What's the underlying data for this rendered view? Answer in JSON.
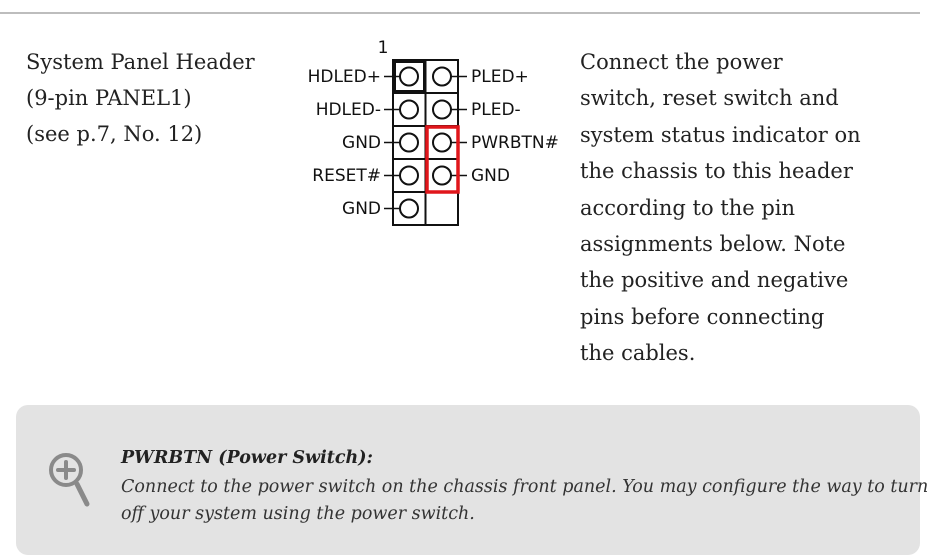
{
  "header": {
    "title_lines": [
      "System Panel Header",
      "(9-pin PANEL1)",
      "(see p.7, No. 12)"
    ]
  },
  "diagram": {
    "pin1_marker": "1",
    "left_labels": [
      "HDLED+",
      "HDLED-",
      "GND",
      "RESET#",
      "GND"
    ],
    "right_labels": [
      "PLED+",
      "PLED-",
      "PWRBTN#",
      "GND"
    ],
    "highlight_color": "#e0161b",
    "highlighted_pins": [
      "PWRBTN#",
      "GND"
    ]
  },
  "description": {
    "lines": [
      "Connect the power",
      "switch, reset switch and",
      "system status indicator on",
      "the chassis to this header",
      "according to the pin",
      "assignments below. Note",
      "the positive and negative",
      "pins before connecting",
      "the cables."
    ]
  },
  "note": {
    "icon": "magnifier-plus-icon",
    "title": "PWRBTN (Power Switch):",
    "lines": [
      "Connect to the power switch on the chassis front panel. You may configure the way to turn",
      "off your system using the power switch."
    ],
    "background_color": "#e3e3e3"
  }
}
